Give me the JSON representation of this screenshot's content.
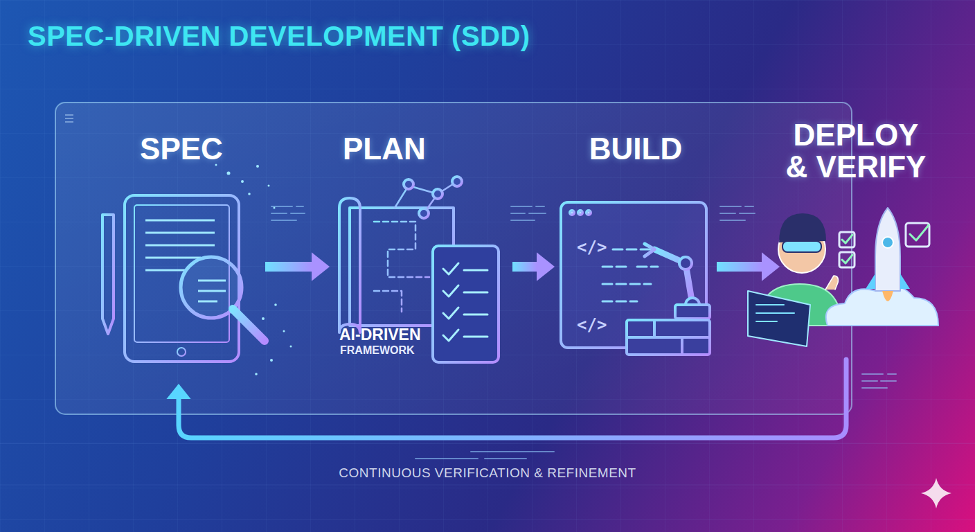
{
  "diagram": {
    "title": "SPEC-DRIVEN DEVELOPMENT (SDD)",
    "caption": "CONTINUOUS VERIFICATION & REFINEMENT",
    "nodes": [
      {
        "text": [
          "SPEC"
        ]
      },
      {
        "text": [
          "PLAN"
        ]
      },
      {
        "text": [
          "BUILD"
        ]
      },
      {
        "text": [
          "DEPLOY & VERIFY"
        ]
      }
    ],
    "edges": [
      {
        "from": 0,
        "to": 1,
        "arrow": "to"
      },
      {
        "from": 1,
        "to": 2,
        "arrow": "to"
      },
      {
        "from": 2,
        "to": 3,
        "arrow": "to"
      },
      {
        "from": 3,
        "to": 0,
        "arrow": "to"
      }
    ],
    "labels": [
      "AI-DRIVEN",
      "FRAMEWORK",
      "</>",
      "</>"
    ]
  }
}
